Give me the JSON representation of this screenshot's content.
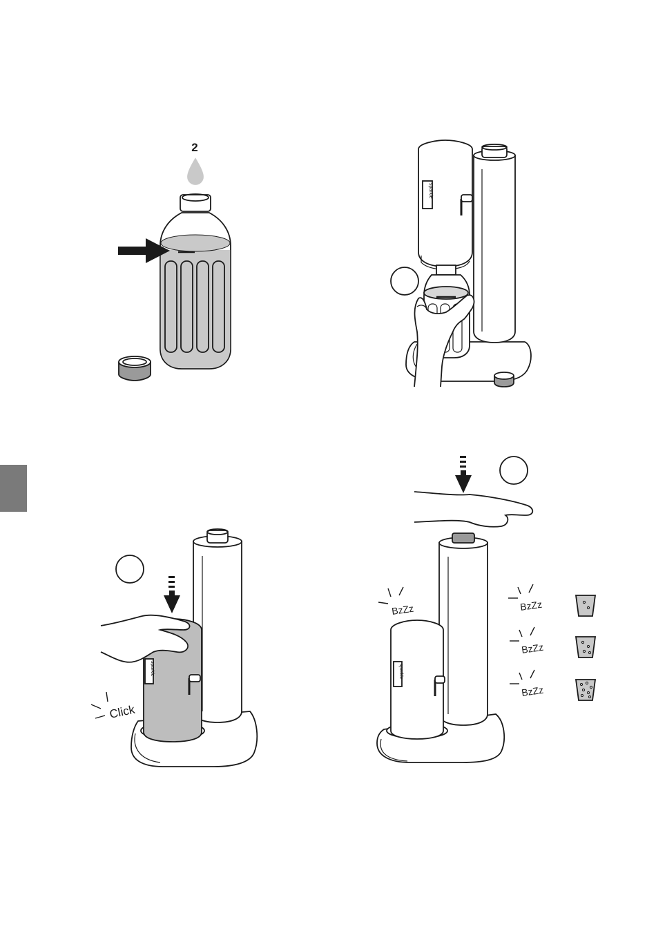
{
  "palette": {
    "ink": "#1a1a1a",
    "water": "#c9c9c9",
    "bottle_fill": "#bdbdbd",
    "side_tab": "#7a7a7a"
  },
  "step1": {
    "drop_count": "2"
  },
  "step3": {
    "sound": "Click"
  },
  "step4": {
    "sounds": [
      "BzZz",
      "BzZz",
      "BzZz",
      "BzZz"
    ]
  },
  "brand_label": "sparkle"
}
